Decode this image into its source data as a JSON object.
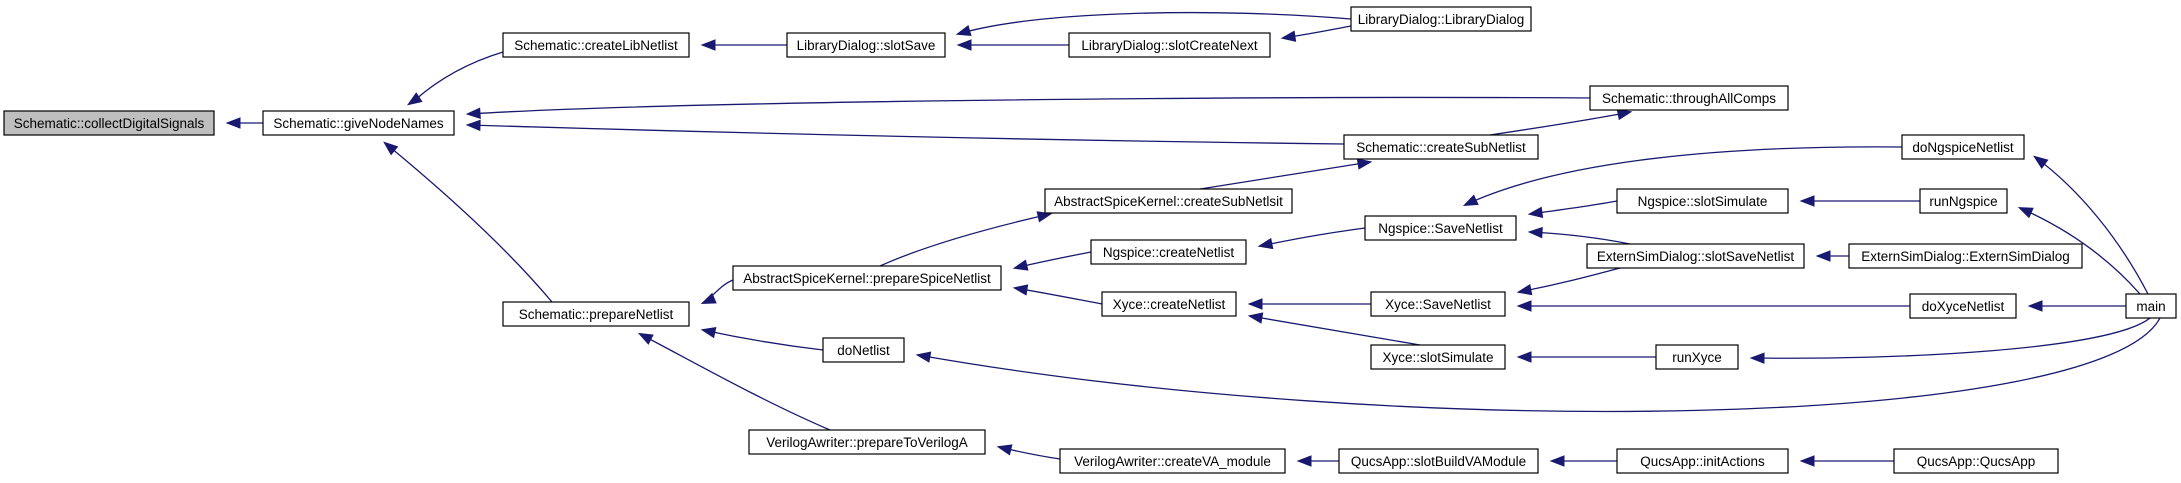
{
  "graph": {
    "root": "Schematic::collectDigitalSignals",
    "nodes": [
      {
        "id": "collect",
        "label": "Schematic::collectDigitalSignals",
        "root": true
      },
      {
        "id": "giveNode",
        "label": "Schematic::giveNodeNames"
      },
      {
        "id": "createLib",
        "label": "Schematic::createLibNetlist"
      },
      {
        "id": "libSave",
        "label": "LibraryDialog::slotSave"
      },
      {
        "id": "libCreateNext",
        "label": "LibraryDialog::slotCreateNext"
      },
      {
        "id": "libDialog",
        "label": "LibraryDialog::LibraryDialog"
      },
      {
        "id": "throughAll",
        "label": "Schematic::throughAllComps"
      },
      {
        "id": "createSub",
        "label": "Schematic::createSubNetlist"
      },
      {
        "id": "absCreateSub",
        "label": "AbstractSpiceKernel::createSubNetlsit"
      },
      {
        "id": "doNgspice",
        "label": "doNgspiceNetlist"
      },
      {
        "id": "ngSave",
        "label": "Ngspice::SaveNetlist"
      },
      {
        "id": "ngSlotSim",
        "label": "Ngspice::slotSimulate"
      },
      {
        "id": "runNgspice",
        "label": "runNgspice"
      },
      {
        "id": "absPrepare",
        "label": "AbstractSpiceKernel::prepareSpiceNetlist"
      },
      {
        "id": "ngCreate",
        "label": "Ngspice::createNetlist"
      },
      {
        "id": "externSave",
        "label": "ExternSimDialog::slotSaveNetlist"
      },
      {
        "id": "externDialog",
        "label": "ExternSimDialog::ExternSimDialog"
      },
      {
        "id": "prepareNetlist",
        "label": "Schematic::prepareNetlist"
      },
      {
        "id": "xyceCreate",
        "label": "Xyce::createNetlist"
      },
      {
        "id": "xyceSave",
        "label": "Xyce::SaveNetlist"
      },
      {
        "id": "doXyce",
        "label": "doXyceNetlist"
      },
      {
        "id": "main",
        "label": "main"
      },
      {
        "id": "doNetlist",
        "label": "doNetlist"
      },
      {
        "id": "xyceSlotSim",
        "label": "Xyce::slotSimulate"
      },
      {
        "id": "runXyce",
        "label": "runXyce"
      },
      {
        "id": "veriPrepare",
        "label": "VerilogAwriter::prepareToVerilogA"
      },
      {
        "id": "veriCreateVA",
        "label": "VerilogAwriter::createVA_module"
      },
      {
        "id": "qucsBuildVA",
        "label": "QucsApp::slotBuildVAModule"
      },
      {
        "id": "qucsInit",
        "label": "QucsApp::initActions"
      },
      {
        "id": "qucsApp",
        "label": "QucsApp::QucsApp"
      }
    ],
    "edges": [
      {
        "from": "giveNode",
        "to": "collect"
      },
      {
        "from": "createLib",
        "to": "giveNode"
      },
      {
        "from": "throughAll",
        "to": "giveNode"
      },
      {
        "from": "createSub",
        "to": "giveNode"
      },
      {
        "from": "prepareNetlist",
        "to": "giveNode"
      },
      {
        "from": "libSave",
        "to": "createLib"
      },
      {
        "from": "libDialog",
        "to": "libSave"
      },
      {
        "from": "libCreateNext",
        "to": "libSave"
      },
      {
        "from": "libDialog",
        "to": "libCreateNext"
      },
      {
        "from": "createSub",
        "to": "throughAll"
      },
      {
        "from": "absCreateSub",
        "to": "createSub"
      },
      {
        "from": "absPrepare",
        "to": "absCreateSub"
      },
      {
        "from": "doNgspice",
        "to": "ngSave"
      },
      {
        "from": "ngSlotSim",
        "to": "ngSave"
      },
      {
        "from": "externSave",
        "to": "ngSave"
      },
      {
        "from": "runNgspice",
        "to": "ngSlotSim"
      },
      {
        "from": "ngCreate",
        "to": "absPrepare"
      },
      {
        "from": "xyceCreate",
        "to": "absPrepare"
      },
      {
        "from": "absPrepare",
        "to": "prepareNetlist"
      },
      {
        "from": "ngSave",
        "to": "ngCreate"
      },
      {
        "from": "externDialog",
        "to": "externSave"
      },
      {
        "from": "xyceSave",
        "to": "xyceCreate"
      },
      {
        "from": "xyceSlotSim",
        "to": "xyceCreate"
      },
      {
        "from": "externSave",
        "to": "xyceSave"
      },
      {
        "from": "doXyce",
        "to": "xyceSave"
      },
      {
        "from": "main",
        "to": "doXyce"
      },
      {
        "from": "main",
        "to": "doNgspice"
      },
      {
        "from": "main",
        "to": "runNgspice"
      },
      {
        "from": "main",
        "to": "runXyce"
      },
      {
        "from": "main",
        "to": "doNetlist"
      },
      {
        "from": "runXyce",
        "to": "xyceSlotSim"
      },
      {
        "from": "doNetlist",
        "to": "prepareNetlist"
      },
      {
        "from": "veriPrepare",
        "to": "prepareNetlist"
      },
      {
        "from": "veriCreateVA",
        "to": "veriPrepare"
      },
      {
        "from": "qucsBuildVA",
        "to": "veriCreateVA"
      },
      {
        "from": "qucsInit",
        "to": "qucsBuildVA"
      },
      {
        "from": "qucsApp",
        "to": "qucsInit"
      }
    ]
  }
}
